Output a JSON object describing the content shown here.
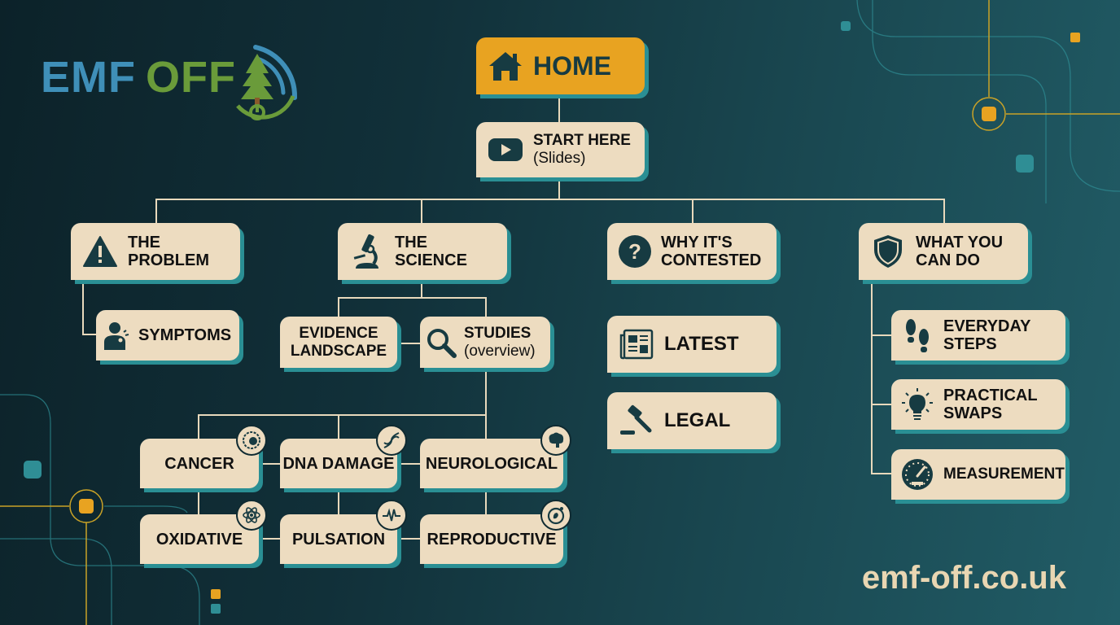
{
  "logo": {
    "part1": "EMF",
    "part2": "OFF",
    "icon": "tree-signal-power-icon"
  },
  "footer": {
    "url": "emf-off.co.uk"
  },
  "colors": {
    "home": "#e8a321",
    "node": "#eddcc0",
    "shadow": "#2a8f94",
    "bg_dark": "#0c2229",
    "bg_light": "#215c66",
    "logo_blue": "#3f8fb8",
    "logo_green": "#6a9b3a"
  },
  "home": {
    "label": "HOME",
    "icon": "house-icon"
  },
  "start": {
    "line1": "START HERE",
    "line2": "(Slides)",
    "icon": "play-icon"
  },
  "sections": {
    "problem": {
      "line1": "THE",
      "line2": "PROBLEM",
      "icon": "warning-icon",
      "children": {
        "symptoms": {
          "label": "SYMPTOMS",
          "icon": "person-pain-icon"
        }
      }
    },
    "science": {
      "line1": "THE",
      "line2": "SCIENCE",
      "icon": "microscope-icon",
      "evidence": {
        "line1": "EVIDENCE",
        "line2": "LANDSCAPE"
      },
      "studies": {
        "line1": "STUDIES",
        "line2": "(overview)",
        "icon": "magnifier-icon"
      },
      "topics": [
        {
          "label": "CANCER",
          "icon": "cell-icon"
        },
        {
          "label": "DNA DAMAGE",
          "icon": "dna-icon"
        },
        {
          "label": "NEUROLOGICAL",
          "icon": "brain-icon"
        },
        {
          "label": "OXIDATIVE",
          "icon": "atom-icon"
        },
        {
          "label": "PULSATION",
          "icon": "pulse-icon"
        },
        {
          "label": "REPRODUCTIVE",
          "icon": "fetus-icon"
        }
      ]
    },
    "contested": {
      "line1": "WHY IT'S",
      "line2": "CONTESTED",
      "icon": "question-icon",
      "latest": {
        "label": "LATEST",
        "icon": "newspaper-icon"
      },
      "legal": {
        "label": "LEGAL",
        "icon": "gavel-icon"
      }
    },
    "action": {
      "line1": "WHAT YOU",
      "line2": "CAN DO",
      "icon": "shield-icon",
      "children": [
        {
          "line1": "EVERYDAY",
          "line2": "STEPS",
          "icon": "footprints-icon"
        },
        {
          "line1": "PRACTICAL",
          "line2": "SWAPS",
          "icon": "lightbulb-icon"
        },
        {
          "line1": "MEASUREMENT",
          "line2": "",
          "icon": "gauge-icon"
        }
      ]
    }
  }
}
